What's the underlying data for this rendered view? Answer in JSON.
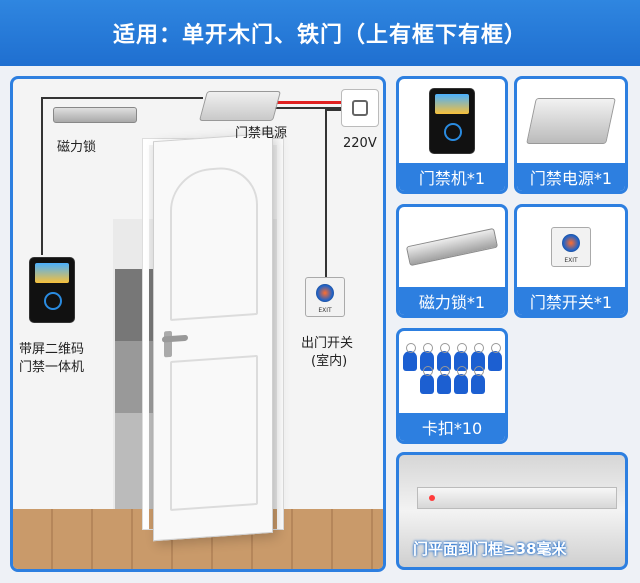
{
  "banner": {
    "title": "适用：单开木门、铁门（上有框下有框）"
  },
  "diagram": {
    "maglock_label": "磁力锁",
    "psu_label": "门禁电源",
    "power_label": "220V",
    "terminal_label_line1": "带屏二维码",
    "terminal_label_line2": "门禁一体机",
    "exit_label_line1": "出门开关",
    "exit_label_line2": "(室内)",
    "exit_button_text": "EXIT"
  },
  "products": [
    {
      "name": "门禁机*1"
    },
    {
      "name": "门禁电源*1"
    },
    {
      "name": "磁力锁*1"
    },
    {
      "name": "门禁开关*1"
    },
    {
      "name": "卡扣*10"
    }
  ],
  "photo": {
    "note": "门平面到门框≥38毫米"
  },
  "colors": {
    "accent": "#2d7fe0",
    "banner": "#1f6fd0",
    "wire_red": "#e02020"
  }
}
